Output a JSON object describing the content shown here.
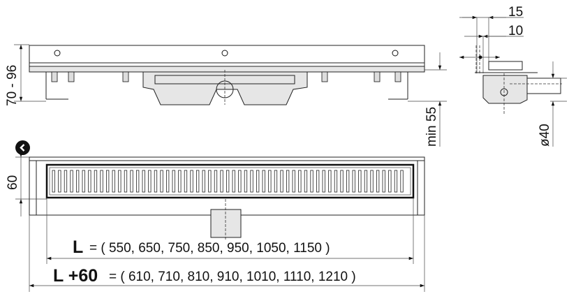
{
  "drawing": {
    "side_view": {
      "height_dim": "70 - 96",
      "min_dim": "min 55"
    },
    "section_view": {
      "dim_top": "15",
      "dim_mid": "10",
      "pipe_dim": "ø40"
    },
    "plan_view": {
      "width_dim": "60",
      "length_label": "L",
      "length_values": "= ( 550, 650, 750, 850, 950, 1050, 1150 )",
      "total_label": "L +60",
      "total_values": "= ( 610, 710, 810, 910, 1010, 1110, 1210 )"
    }
  },
  "nav": {
    "back_icon": "chevron-left-icon"
  }
}
